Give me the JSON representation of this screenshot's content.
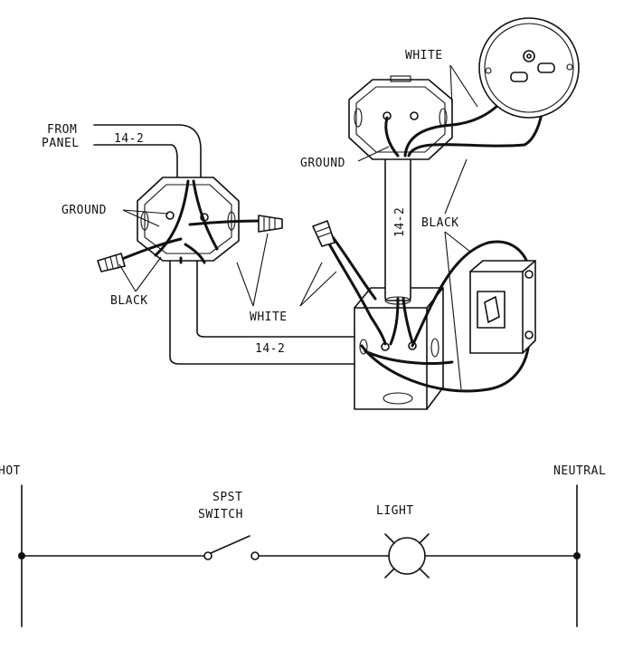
{
  "wiring": {
    "from_panel_line1": "FROM",
    "from_panel_line2": "PANEL",
    "cable_top_left": "14-2",
    "ground_left": "GROUND",
    "black_left": "BLACK",
    "white_mid": "WHITE",
    "cable_bottom": "14-2",
    "white_top": "WHITE",
    "ground_top": "GROUND",
    "cable_vertical": "14-2",
    "black_right": "BLACK"
  },
  "schematic": {
    "hot": "HOT",
    "neutral": "NEUTRAL",
    "switch_line1": "SPST",
    "switch_line2": "SWITCH",
    "light": "LIGHT"
  },
  "colors": {
    "ink": "#111111",
    "background": "#ffffff"
  }
}
